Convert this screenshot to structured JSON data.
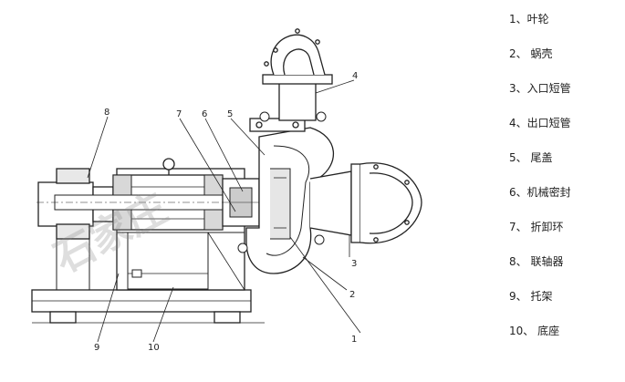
{
  "callout_numbers": [
    "1",
    "2",
    "3",
    "4",
    "5",
    "6",
    "7",
    "8",
    "9",
    "10"
  ],
  "watermark": "石家庄",
  "legend": [
    {
      "num": "1、",
      "name": "叶轮"
    },
    {
      "num": "2、",
      "name": "蜗壳"
    },
    {
      "num": "3、",
      "name": "入口短管"
    },
    {
      "num": "4、",
      "name": "出口短管"
    },
    {
      "num": "5、",
      "name": "尾盖"
    },
    {
      "num": "6、",
      "name": "机械密封"
    },
    {
      "num": "7、",
      "name": "折卸环"
    },
    {
      "num": "8、",
      "name": "联轴器"
    },
    {
      "num": "9、",
      "name": "托架"
    },
    {
      "num": "10、",
      "name": "底座"
    }
  ]
}
